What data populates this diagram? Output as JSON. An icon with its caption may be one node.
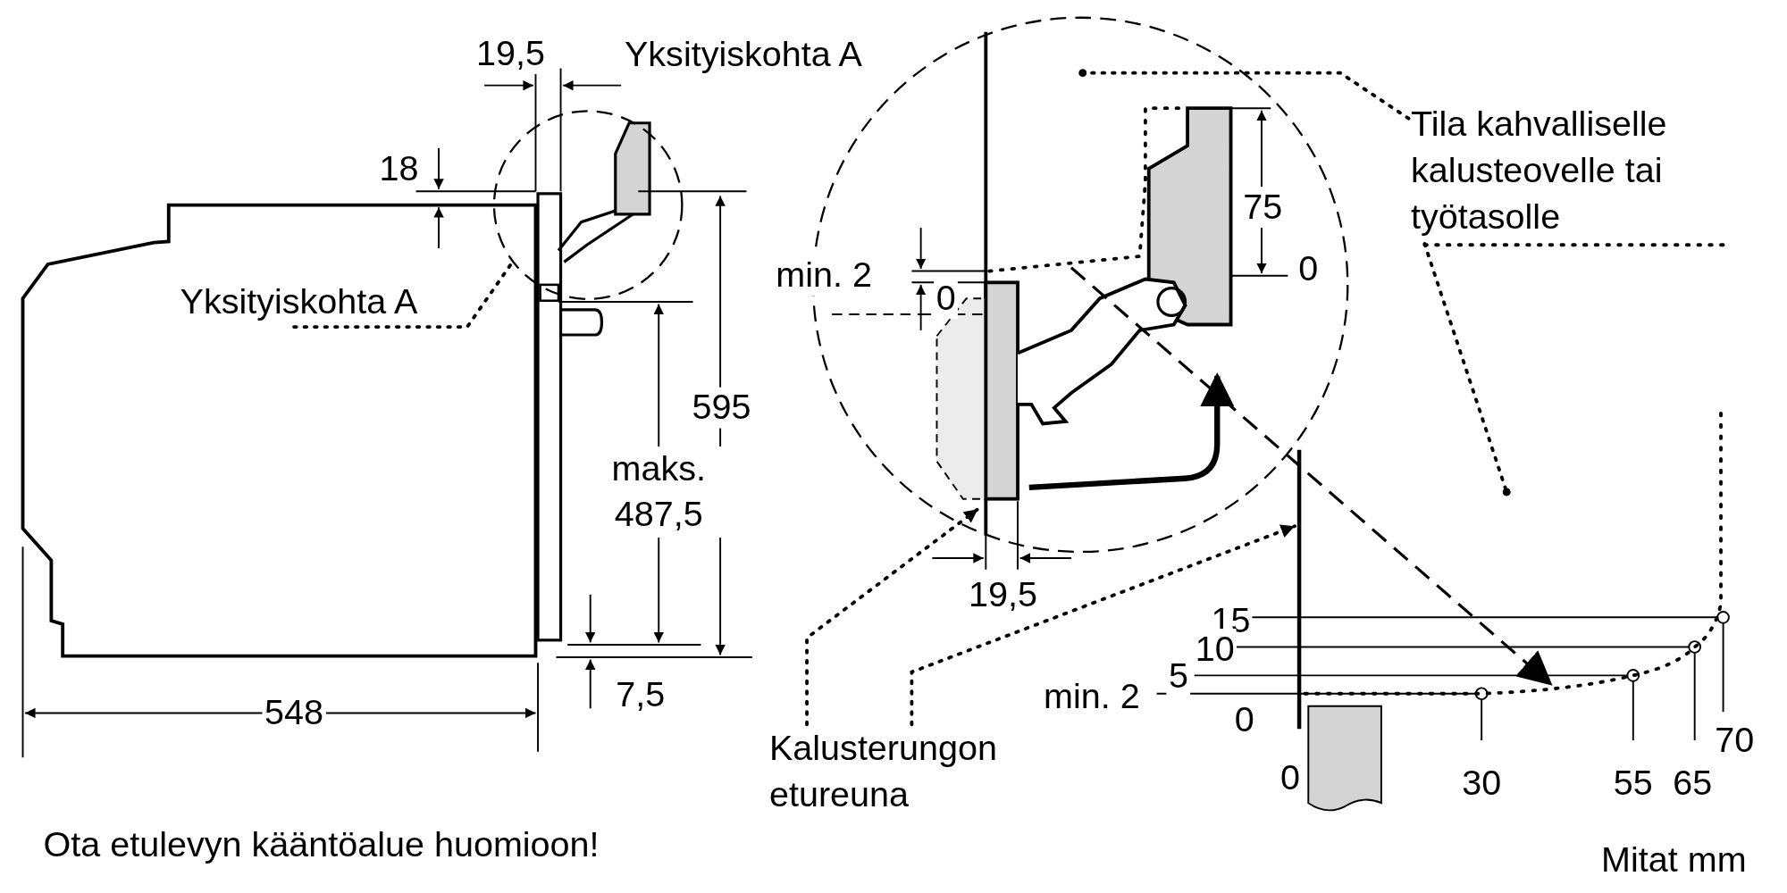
{
  "diagram": {
    "nodes": [
      {
        "text": [
          "Yksityiskohta A"
        ]
      },
      {
        "text": [],
        "shape": "circle"
      },
      {
        "text": [
          "Yksityiskohta A"
        ]
      },
      {
        "text": [
          "Tila kahvalliselle kalusteovelle tai työtasolle"
        ]
      },
      {
        "text": [
          "Kalusterungon etureuna"
        ]
      }
    ],
    "edges": [
      {
        "from": 0,
        "to": 1,
        "arrow": "none",
        "style": "dashed"
      },
      {
        "from": 3,
        "to": 2,
        "arrow": "other",
        "style": "dashed"
      },
      {
        "from": 3,
        "to": null,
        "arrow": "other",
        "style": "dashed"
      },
      {
        "from": 4,
        "to": 2,
        "arrow": "to",
        "style": "dashed"
      },
      {
        "from": 4,
        "to": null,
        "arrow": "to",
        "style": "dashed"
      }
    ],
    "labels": [
      "19,5",
      "18",
      "75",
      "min. 2",
      "0",
      "0",
      "595",
      "maks. 487,5",
      "19,5",
      "15",
      "10",
      "5",
      "7,5",
      "min. 2",
      "548",
      "0",
      "70",
      "0",
      "30",
      "55",
      "65",
      "Ota etulevyn kääntöalue huomioon!",
      "Mitat mm"
    ]
  }
}
